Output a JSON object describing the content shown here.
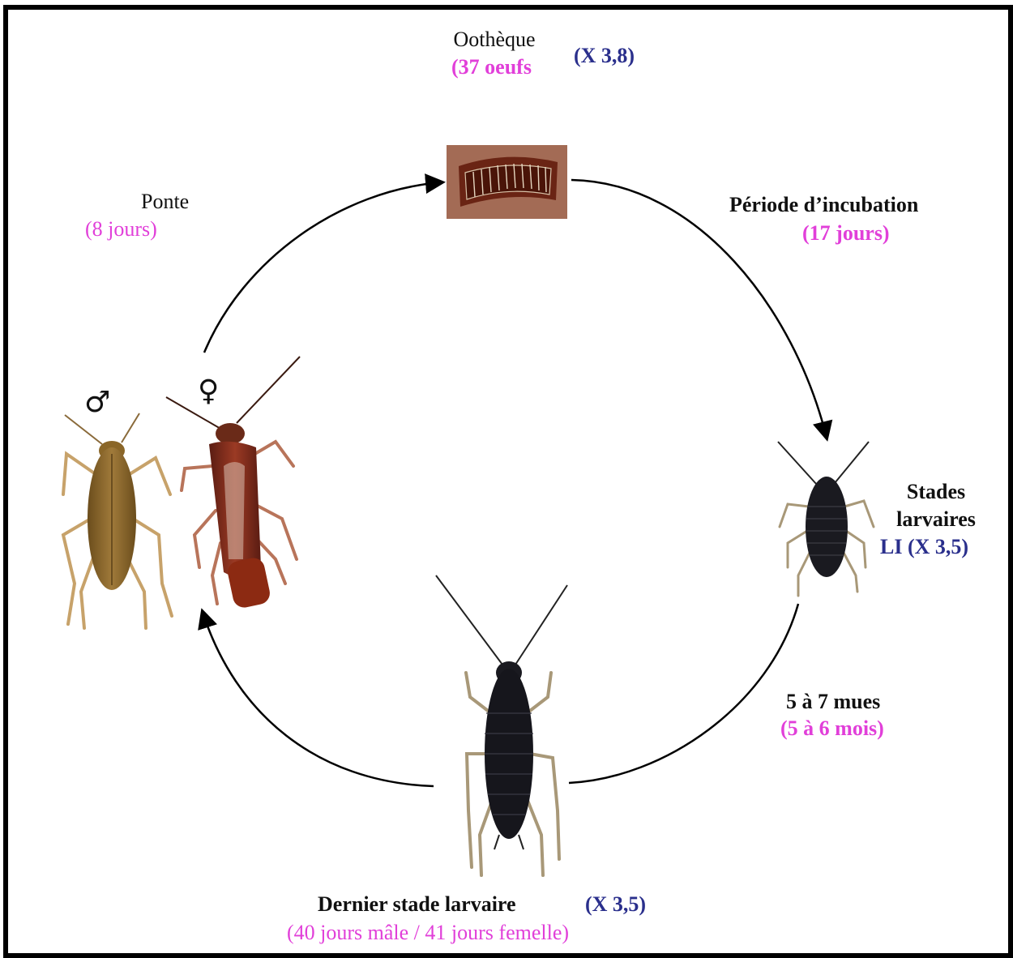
{
  "ootheque": {
    "title": "Oothèque",
    "eggs": "(37 oeufs",
    "mag": "(X 3,8)"
  },
  "ponte": {
    "title": "Ponte",
    "duration": "(8 jours)"
  },
  "incubation": {
    "title": "Période d’incubation",
    "duration": "(17 jours)"
  },
  "larval_stages": {
    "line1": "Stades",
    "line2": "larvaires",
    "stage": "LI",
    "mag": "(X 3,5)"
  },
  "moults": {
    "title": "5 à 7 mues",
    "duration": "(5 à 6 mois)"
  },
  "last_stage": {
    "title": "Dernier stade larvaire",
    "mag": "(X 3,5)",
    "duration": "(40 jours mâle / 41 jours femelle)"
  },
  "symbols": {
    "male": "♂",
    "female": "♀"
  },
  "colors": {
    "duration": "#e13fd9",
    "magnification": "#2a2f8c",
    "ootheca": "#7a3a20"
  }
}
